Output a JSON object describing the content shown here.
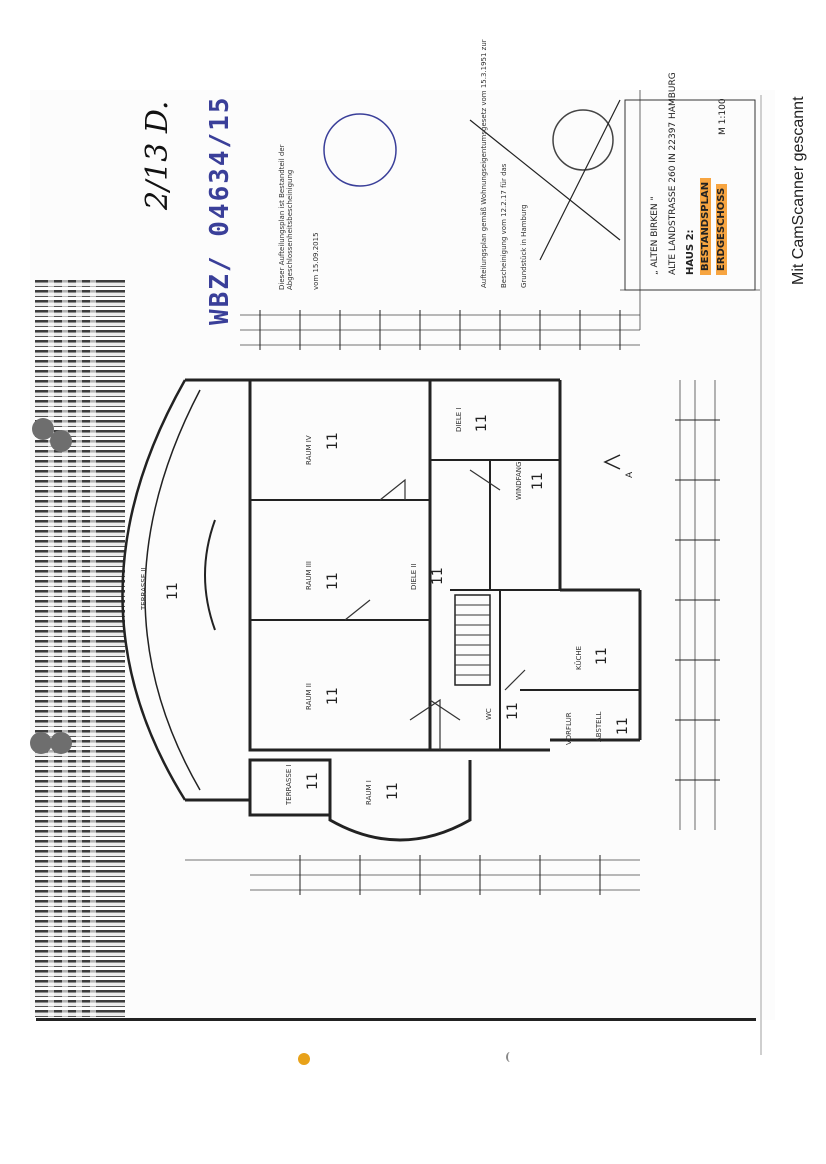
{
  "document": {
    "handwritten_ref": "2/13 D.",
    "stamp_number": "WBZ/ 04634/15",
    "scanner_watermark": "Mit CamScanner gescannt",
    "title_block": {
      "project": "„ ALTEN BIRKEN \"",
      "address": "ALTE LANDSTRASSE 260 IN 22397 HAMBURG",
      "house": "HAUS 2:",
      "plan_type": "BESTANDSPLAN",
      "floor": "ERDGESCHOSS",
      "scale": "M 1:100"
    },
    "approval_note_1": "Dieser Aufteilungsplan ist Bestandteil der Abgeschlossenheitsbescheinigung",
    "approval_note_1_line2": "vom 15.09.2015",
    "approval_note_2": "Aufteilungsplan gemäß Wohnungseigentumsgesetz vom 15.3.1951 zur",
    "approval_note_2_line2": "Bescheinigung vom 12.2.17 für das",
    "approval_note_2_line3": "Grundstück in Hamburg",
    "section_marker": "A",
    "room_labels": {
      "terrasse2": "TERRASSE II",
      "terrasse1": "TERRASSE I",
      "raum1": "RAUM I",
      "raum2": "RAUM II",
      "raum3": "RAUM III",
      "raum4": "RAUM IV",
      "diele1": "DIELE I",
      "diele2": "DIELE II",
      "kueche": "KÜCHE",
      "wc": "WC",
      "abstell": "ABSTELL",
      "vorflur": "VORFLUR",
      "windfang": "WINDFANG",
      "unit": "11"
    }
  }
}
